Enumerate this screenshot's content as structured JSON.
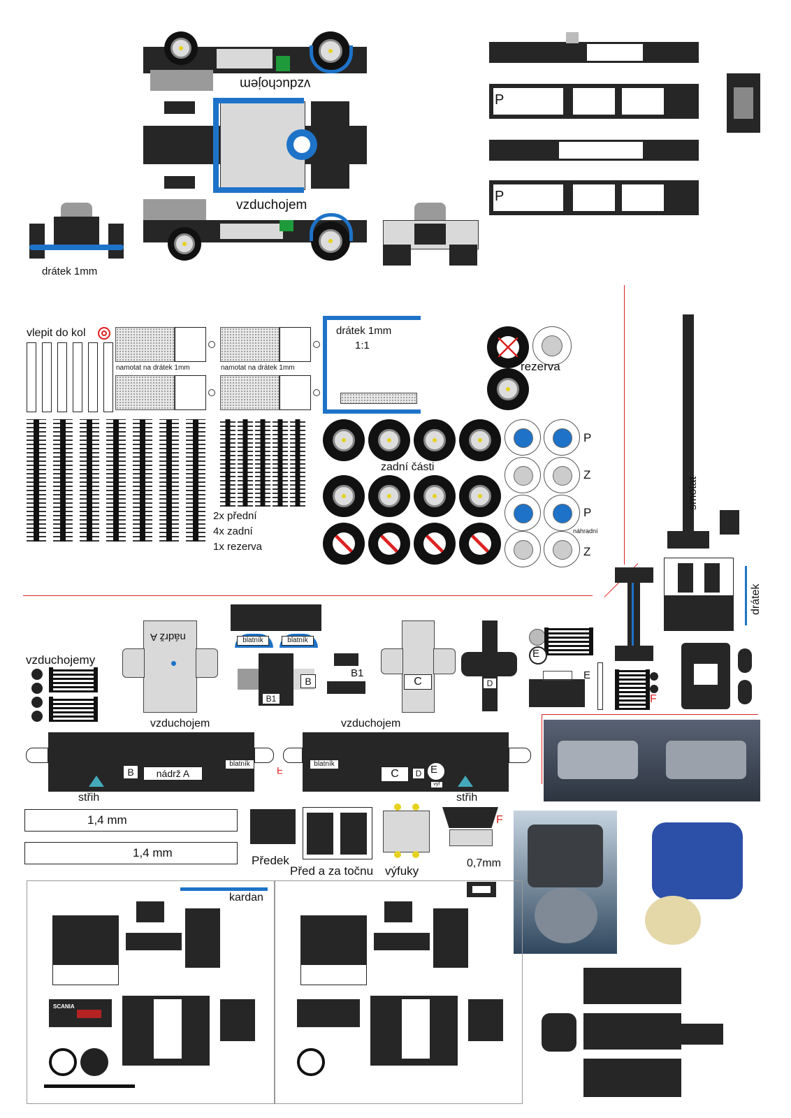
{
  "labels": {
    "air_tank_mirrored": "vzduchojem",
    "air_tank": "vzduchojem",
    "wire_1mm": "drátek 1mm",
    "glue_into_wheels": "vlepit do kol",
    "wind_on_wire_1": "namotat na drátek 1mm",
    "wind_on_wire_2": "namotat na drátek 1mm",
    "wire_1mm_b": "drátek 1mm",
    "scale": "1:1",
    "spare": "rezerva",
    "rear_parts": "zadní části",
    "qty_front": "2x přední",
    "qty_rear": "4x zadní",
    "qty_spare": "1x rezerva",
    "hub_p1": "P",
    "hub_z1": "Z",
    "hub_p2": "P",
    "hub_spare_small": "náhradní",
    "hub_z2": "Z",
    "roll_up": "smotat",
    "wire": "drátek",
    "frame_p1": "P",
    "frame_p2": "P",
    "air_tanks": "vzduchojemy",
    "tank_a_mirrored": "nádrž A",
    "fender1": "blatník",
    "fender2": "blatník",
    "part_b": "B",
    "part_b1": "B1",
    "part_b1_side": "B1",
    "part_c": "C",
    "part_d": "D",
    "part_e": "E",
    "part_e2": "E",
    "part_f": "F",
    "long_air_tank_1": "vzduchojem",
    "long_air_tank_2": "vzduchojem",
    "long_b": "B",
    "long_tank_a": "nádrž A",
    "long_fender_1": "blatník",
    "long_fender_2": "blatník",
    "long_f": "F",
    "long_c": "C",
    "long_d": "D",
    "long_e": "E",
    "long_vyr": "vyř",
    "cut_1": "střih",
    "cut_2": "střih",
    "strip_1": "1,4 mm",
    "strip_2": "1,4 mm",
    "front": "Předek",
    "front_behind_fifth_wheel": "Před a za točnu",
    "exhausts": "výfuky",
    "f_label": "F",
    "thickness": "0,7mm",
    "driveshaft": "kardan",
    "scania": "SCANIA"
  },
  "colors": {
    "accent_blue": "#1e73c8",
    "dark_part": "#262626",
    "guide_red": "#d22222",
    "yellow_dot": "#e6d21e",
    "green_tank": "#1f9a3a"
  }
}
